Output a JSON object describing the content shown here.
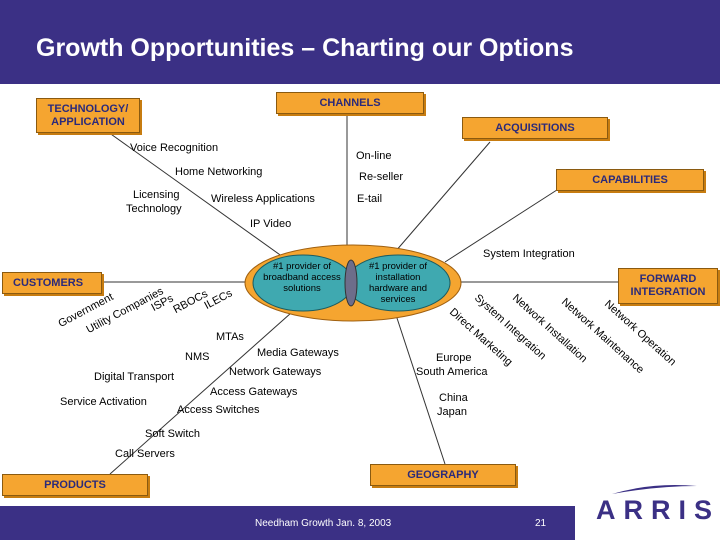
{
  "slide": {
    "title": "Growth Opportunities – Charting our Options",
    "footer": "Needham Growth Jan. 8, 2003",
    "page_number": "21",
    "logo": "ARRIS"
  },
  "center": {
    "left_circle": "#1 provider of broadband access solutions",
    "right_circle": "#1 provider of installation hardware and services"
  },
  "categories": {
    "technology": "TECHNOLOGY/ APPLICATION",
    "channels": "CHANNELS",
    "acquisitions": "ACQUISITIONS",
    "capabilities": "CAPABILITIES",
    "customers": "CUSTOMERS",
    "forward_integration": "FORWARD INTEGRATION",
    "products": "PRODUCTS",
    "geography": "GEOGRAPHY"
  },
  "technology_items": [
    "Voice Recognition",
    "Home Networking",
    "Licensing",
    "Technology",
    "Wireless Applications",
    "IP Video"
  ],
  "channel_items": [
    "On-line",
    "Re-seller",
    "E-tail"
  ],
  "capability_items": [
    "System Integration"
  ],
  "customer_items": [
    "Government",
    "Utility Companies",
    "ISPs",
    "RBOCs",
    "ILECs"
  ],
  "forward_items": [
    "Direct Marketing",
    "System Integration",
    "Network Installation",
    "Network Maintenance",
    "Network Operation"
  ],
  "product_items": [
    "MTAs",
    "NMS",
    "Media Gateways",
    "Network Gateways",
    "Digital Transport",
    "Access Gateways",
    "Service Activation",
    "Access Switches",
    "Soft Switch",
    "Call Servers"
  ],
  "geography_items": [
    "Europe",
    "South America",
    "China",
    "Japan"
  ],
  "colors": {
    "header": "#3b3085",
    "category_fill": "#f5a530",
    "ellipse": "#f5a530",
    "circle_fill": "#3fa9b0"
  }
}
